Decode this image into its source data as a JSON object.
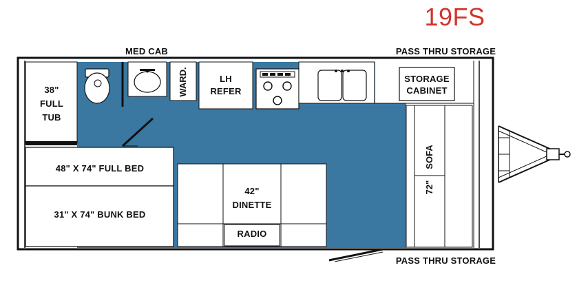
{
  "model": "19FS",
  "labels": {
    "med_cab": "MED CAB",
    "pass_thru_top": "PASS THRU STORAGE",
    "pass_thru_bottom": "PASS THRU STORAGE",
    "tub_1": "38\"",
    "tub_2": "FULL",
    "tub_3": "TUB",
    "wardrobe": "WARD.",
    "refer_1": "LH",
    "refer_2": "REFER",
    "storage_1": "STORAGE",
    "storage_2": "CABINET",
    "full_bed": "48\" X 74\" FULL BED",
    "bunk_bed": "31\" X 74\" BUNK BED",
    "dinette_1": "42\"",
    "dinette_2": "DINETTE",
    "radio": "RADIO",
    "sofa": "SOFA",
    "sofa_size": "72\""
  },
  "colors": {
    "floor": "#3a77a1",
    "model_text": "#d2342c",
    "outline": "#111111",
    "furniture": "#ffffff"
  }
}
